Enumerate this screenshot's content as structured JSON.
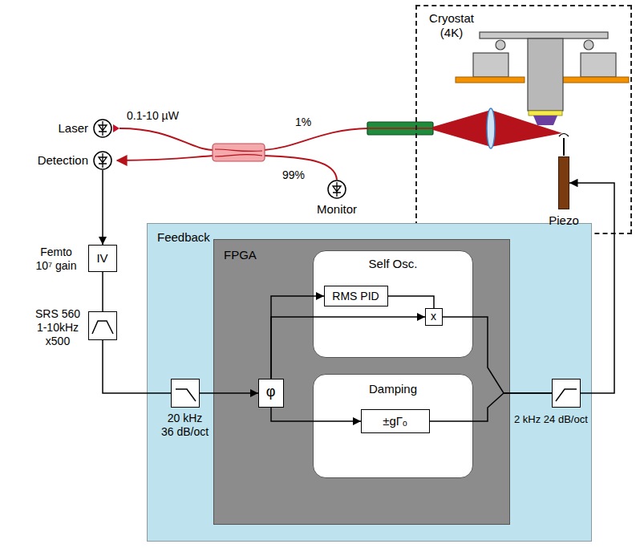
{
  "diagram": {
    "nodes": [
      {
        "text": [
          "Cryostat (4K)"
        ]
      },
      {
        "text": [
          "Piezo"
        ],
        "in": 0
      },
      {
        "text": [
          "Laser"
        ]
      },
      {
        "text": [
          "Detection"
        ]
      },
      {
        "text": [
          "Monitor"
        ]
      },
      {
        "text": [
          "Femto 10⁷ gain",
          "IV"
        ]
      },
      {
        "text": [
          "SRS 560 1-10kHz x500"
        ]
      },
      {
        "text": [
          "Feedback"
        ]
      },
      {
        "text": [
          "20 kHz 36 dB/oct"
        ],
        "in": 7
      },
      {
        "text": [
          "FPGA"
        ],
        "in": 7
      },
      {
        "text": [
          "φ"
        ],
        "in": 9
      },
      {
        "text": [
          "Self Osc."
        ],
        "in": 9
      },
      {
        "text": [
          "RMS PID"
        ],
        "in": 11
      },
      {
        "text": [
          "x"
        ],
        "in": 11
      },
      {
        "text": [
          "Damping"
        ],
        "in": 9
      },
      {
        "text": [
          "±gΓₒ"
        ],
        "in": 14
      },
      {
        "text": [
          "2 kHz 24 dB/oct"
        ],
        "in": 7
      }
    ],
    "edges": [
      {
        "from": 3,
        "to": 5,
        "arrow": "to"
      },
      {
        "from": 5,
        "to": 6,
        "arrow": "none"
      },
      {
        "from": 6,
        "to": 8,
        "arrow": "none"
      },
      {
        "from": 8,
        "to": 10,
        "arrow": "to"
      },
      {
        "from": 10,
        "to": 12,
        "arrow": "to"
      },
      {
        "from": 10,
        "to": 13,
        "arrow": "to"
      },
      {
        "from": 12,
        "to": 13,
        "arrow": "none"
      },
      {
        "from": 10,
        "to": 15,
        "arrow": "to"
      },
      {
        "from": 13,
        "to": 16,
        "arrow": "none"
      },
      {
        "from": 15,
        "to": 16,
        "arrow": "none"
      },
      {
        "from": 16,
        "to": 1,
        "arrow": "to"
      }
    ],
    "labels": [
      "0.1-10 µW",
      "1%",
      "99%"
    ]
  }
}
